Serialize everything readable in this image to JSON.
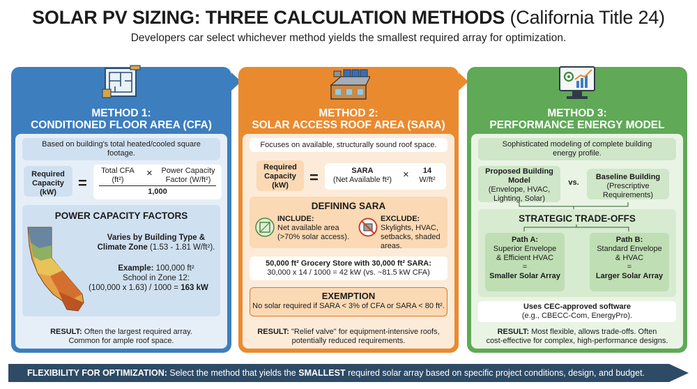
{
  "header": {
    "title_bold": "SOLAR PV SIZING: THREE CALCULATION METHODS",
    "title_light": "(California Title 24)",
    "subtitle": "Developers car select whichever method yields the smallest required array for optimization."
  },
  "colors": {
    "method1": "#3d7ebf",
    "method2": "#ea8a2f",
    "method3": "#5fa957",
    "bottom_bar": "#2e4b66"
  },
  "method1": {
    "icon": "blueprint-icon",
    "heading_line1": "METHOD 1:",
    "heading_line2": "CONDITIONED FLOOR AREA (CFA)",
    "description": "Based on building's total heated/cooled square footage.",
    "formula": {
      "lhs": "Required Capacity (kW)",
      "equals": "=",
      "term1_line1": "Total CFA",
      "term1_line2": "(ft²)",
      "times": "×",
      "term2_line1": "Power Capacity",
      "term2_line2": "Factor (W/ft²)",
      "denominator": "1,000"
    },
    "factors": {
      "title": "POWER CAPACITY FACTORS",
      "icon": "california-map-icon",
      "varies_line1": "Varies by Building Type &",
      "varies_line2": "Climate Zone",
      "varies_range": "(1.53 - 1.81 W/ft²).",
      "example_label": "Example:",
      "example_value": "100,000 ft²",
      "example_line2": "School in Zone 12:",
      "example_calc": "(100,000 x 1.63) / 1000 =",
      "example_result": "163 kW"
    },
    "result_label": "RESULT:",
    "result_line1": "Often the largest required array.",
    "result_line2": "Common for ample roof space."
  },
  "method2": {
    "icon": "rooftop-solar-icon",
    "heading_line1": "METHOD 2:",
    "heading_line2": "SOLAR ACCESS ROOF AREA (SARA)",
    "description": "Focuses on available, structurally sound roof space.",
    "formula": {
      "lhs": "Required Capacity (kW)",
      "equals": "=",
      "term1_line1": "SARA",
      "term1_line2": "(Net Available ft²)",
      "times": "×",
      "term2_line1": "14",
      "term2_line2": "W/ft²"
    },
    "defining": {
      "title": "DEFINING SARA",
      "include_icon": "checked-area-icon",
      "include_label": "INCLUDE:",
      "include_line1": "Net available area",
      "include_line2": "(>70% solar access).",
      "exclude_icon": "no-hvac-icon",
      "exclude_label": "EXCLUDE:",
      "exclude_line1": "Skylights, HVAC,",
      "exclude_line2": "setbacks, shaded",
      "exclude_line3": "areas."
    },
    "example": {
      "line1_a": "50,000 ft² Grocery Store with",
      "line1_b": "30,000 ft² SARA:",
      "line2": "30,000 x 14 / 1000 = 42 kW (vs. ~81.5 kW CFA)"
    },
    "exemption": {
      "title": "EXEMPTION",
      "text": "No solar required if SARA < 3% of CFA or SARA < 80 ft²."
    },
    "result_label": "RESULT:",
    "result_line1": "\"Relief valve\" for equipment-intensive roofs,",
    "result_line2": "potentially reduced requirements."
  },
  "method3": {
    "icon": "monitor-chart-icon",
    "heading_line1": "METHOD 3:",
    "heading_line2": "PERFORMANCE ENERGY MODEL",
    "description": "Sophisticated modeling of complete building energy profile.",
    "proposed_line1": "Proposed Building",
    "proposed_line2": "Model",
    "proposed_line3": "(Envelope, HVAC,",
    "proposed_line4": "Lighting, Solar)",
    "vs": "vs.",
    "baseline_line1": "Baseline Building",
    "baseline_line2": "(Prescriptive",
    "baseline_line3": "Requirements)",
    "tradeoffs_title": "STRATEGIC TRADE-OFFS",
    "path_a_title": "Path A:",
    "path_a_line1": "Superior Envelope",
    "path_a_line2": "& Efficient HVAC",
    "path_a_eq": "=",
    "path_a_result": "Smaller Solar Array",
    "path_b_title": "Path B:",
    "path_b_line1": "Standard Envelope",
    "path_b_line2": "& HVAC",
    "path_b_eq": "=",
    "path_b_result": "Larger Solar Array",
    "software_line1": "Uses CEC-approved software",
    "software_line2": "(e.g., CBECC-Com, EnergyPro).",
    "result_label": "RESULT:",
    "result_line1": "Most flexible, allows trade-offs. Often",
    "result_line2": "cost-effective for complex, high-performance designs."
  },
  "bottom": {
    "label": "FLEXIBILITY FOR OPTIMIZATION:",
    "text_a": "Select the method that yields the",
    "emphasis": "SMALLEST",
    "text_b": "required solar array based on specific project conditions, design, and budget."
  }
}
